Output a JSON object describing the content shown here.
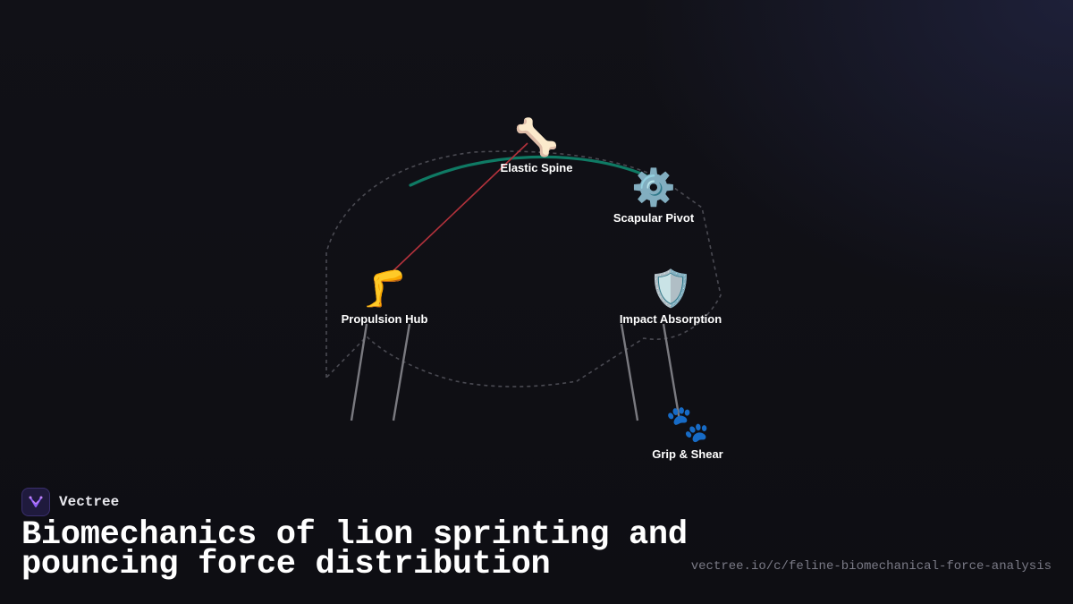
{
  "diagram": {
    "nodes": [
      {
        "id": "elastic-spine",
        "label": "Elastic Spine",
        "icon": "bone-icon",
        "glyph": "🦴"
      },
      {
        "id": "scapular-pivot",
        "label": "Scapular Pivot",
        "icon": "gear-icon",
        "glyph": "⚙️"
      },
      {
        "id": "propulsion-hub",
        "label": "Propulsion Hub",
        "icon": "leg-icon",
        "glyph": "🦵"
      },
      {
        "id": "impact-absorption",
        "label": "Impact Absorption",
        "icon": "shield-icon",
        "glyph": "🛡️"
      },
      {
        "id": "grip-shear",
        "label": "Grip & Shear",
        "icon": "paw-prints-icon",
        "glyph": "🐾"
      }
    ],
    "colors": {
      "spine_arc": "#0f7a64",
      "force_line": "#b3323c",
      "body_outline": "#4a4a52",
      "legs": "#7a7a80"
    }
  },
  "brand": {
    "name": "Vectree",
    "logo_icon": "vectree-logo-icon",
    "accent": "#8b5cf6"
  },
  "title": "Biomechanics of lion sprinting and pouncing force distribution",
  "url": "vectree.io/c/feline-biomechanical-force-analysis"
}
